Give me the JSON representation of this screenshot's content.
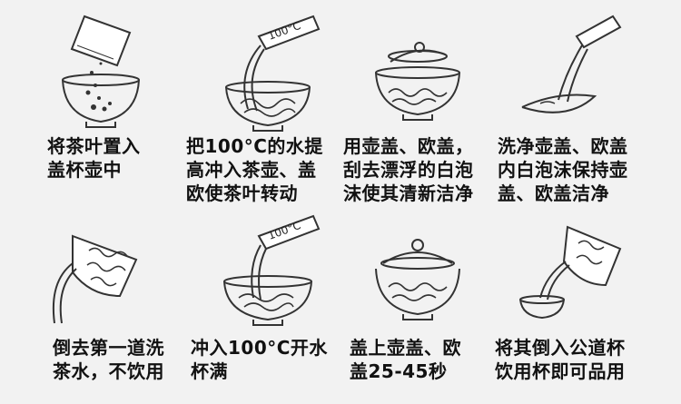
{
  "steps": [
    {
      "lines": [
        "将茶叶置入",
        "盖杯壶中"
      ]
    },
    {
      "lines": [
        "把100°C的水提",
        "高冲入茶壶、盖",
        "欧使茶叶转动"
      ],
      "label": "100°C"
    },
    {
      "lines": [
        "用壶盖、欧盖，",
        "刮去漂浮的白泡",
        "沫使其清新洁净"
      ]
    },
    {
      "lines": [
        "洗净壶盖、欧盖",
        "内白泡沫保持壶",
        "盖、欧盖洁净"
      ]
    },
    {
      "lines": [
        "倒去第一道洗",
        "茶水，不饮用"
      ]
    },
    {
      "lines": [
        "冲入100°C开水",
        "杯满"
      ],
      "label": "100°C"
    },
    {
      "lines": [
        "盖上壶盖、欧",
        "盖25-45秒"
      ]
    },
    {
      "lines": [
        "将其倒入公道杯",
        "饮用杯即可品用"
      ]
    }
  ],
  "colors": {
    "ink": "#333333",
    "background": "#f2f2f2",
    "text": "#111111"
  }
}
